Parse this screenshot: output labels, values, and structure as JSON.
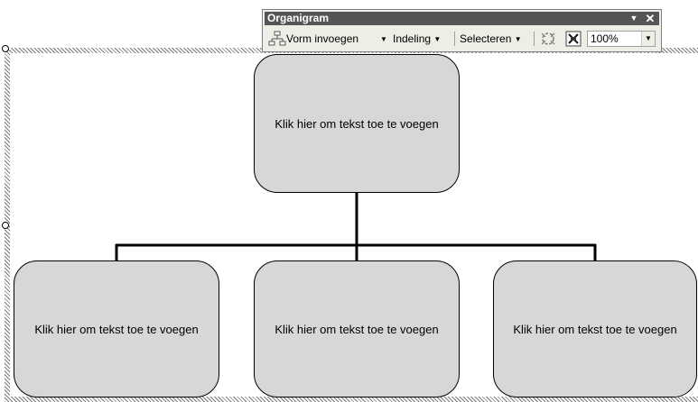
{
  "toolbar": {
    "title": "Organigram",
    "insert_shape_label": "Vorm invoegen",
    "layout_label": "Indeling",
    "select_label": "Selecteren",
    "zoom_value": "100%",
    "icons": {
      "insert_shape": "org-chart-insert-icon",
      "autoformat": "autoformat-icon",
      "fit_text": "fit-text-icon",
      "menu_arrow": "toolbar-options-arrow-icon",
      "close": "close-icon"
    }
  },
  "org_chart": {
    "top_box": "Klik hier om tekst toe te voegen",
    "children": [
      "Klik hier om tekst toe te voegen",
      "Klik hier om tekst toe te voegen",
      "Klik hier om tekst toe te voegen"
    ],
    "colors": {
      "box_fill": "#d7d7d7",
      "connector": "#000000"
    }
  }
}
